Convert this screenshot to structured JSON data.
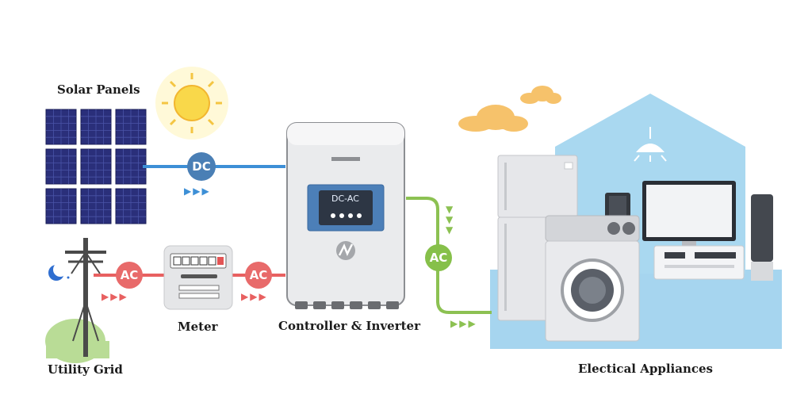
{
  "labels": {
    "solar_panels": "Solar Panels",
    "utility_grid": "Utility Grid",
    "meter": "Meter",
    "controller_inverter": "Controller & Inverter",
    "appliances": "Electical Appliances"
  },
  "badges": {
    "dc": "DC",
    "ac_grid": "AC",
    "ac_meter": "AC",
    "ac_output": "AC"
  },
  "inverter": {
    "screen_text": "DC-AC"
  },
  "colors": {
    "dc_line": "#3d8fd6",
    "dc_badge": "#4a7fb5",
    "ac_grid_line": "#e86060",
    "ac_badge": "#e86a6a",
    "ac_output_line": "#8cc152",
    "ac_output_badge": "#86c04a",
    "house": "#9fd3ee",
    "inverter_body": "#e9eaec",
    "screen": "#4c7fb8"
  },
  "icons": [
    "sun-icon",
    "moon-icon",
    "cloud-icon",
    "lamp-icon",
    "inverter-logo-icon",
    "arrow-right-icon",
    "arrow-down-icon"
  ]
}
